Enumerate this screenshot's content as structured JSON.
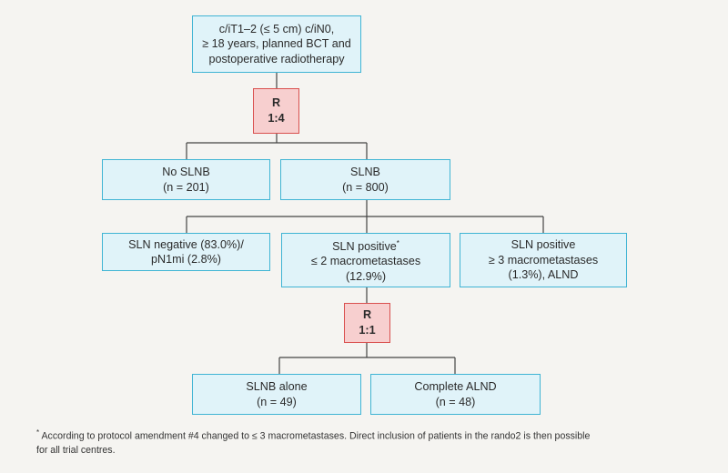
{
  "colors": {
    "node_fill": "#e0f3f9",
    "node_border": "#3fb4d4",
    "rand_fill": "#f7cfcf",
    "rand_border": "#d9504f",
    "connector": "#444444"
  },
  "eligibility": {
    "line1": "c/iT1–2 (≤ 5 cm) c/iN0,",
    "line2": "≥ 18 years, planned BCT and",
    "line3": "postoperative radiotherapy"
  },
  "randomization1": {
    "letter": "R",
    "ratio": "1:4"
  },
  "no_slnb": {
    "label": "No SLNB",
    "n": "(n = 201)"
  },
  "slnb": {
    "label": "SLNB",
    "n": "(n = 800)"
  },
  "sln_negative": {
    "line1": "SLN negative (83.0%)/",
    "line2": "pN1mi (2.8%)"
  },
  "sln_positive_le2": {
    "line1": "SLN positive",
    "marker": "*",
    "line2": "≤ 2 macrometastases",
    "line3": "(12.9%)"
  },
  "sln_positive_ge3": {
    "line1": "SLN positive",
    "line2": "≥ 3 macrometastases",
    "line3": "(1.3%), ALND"
  },
  "randomization2": {
    "letter": "R",
    "ratio": "1:1"
  },
  "slnb_alone": {
    "label": "SLNB alone",
    "n": "(n = 49)"
  },
  "complete_alnd": {
    "label": "Complete ALND",
    "n": "(n = 48)"
  },
  "footnote": {
    "marker": "*",
    "line1": "According to protocol amendment #4 changed to ≤ 3 macrometastases. Direct inclusion of patients in the rando2 is then possible",
    "line2": "for all trial centres."
  }
}
